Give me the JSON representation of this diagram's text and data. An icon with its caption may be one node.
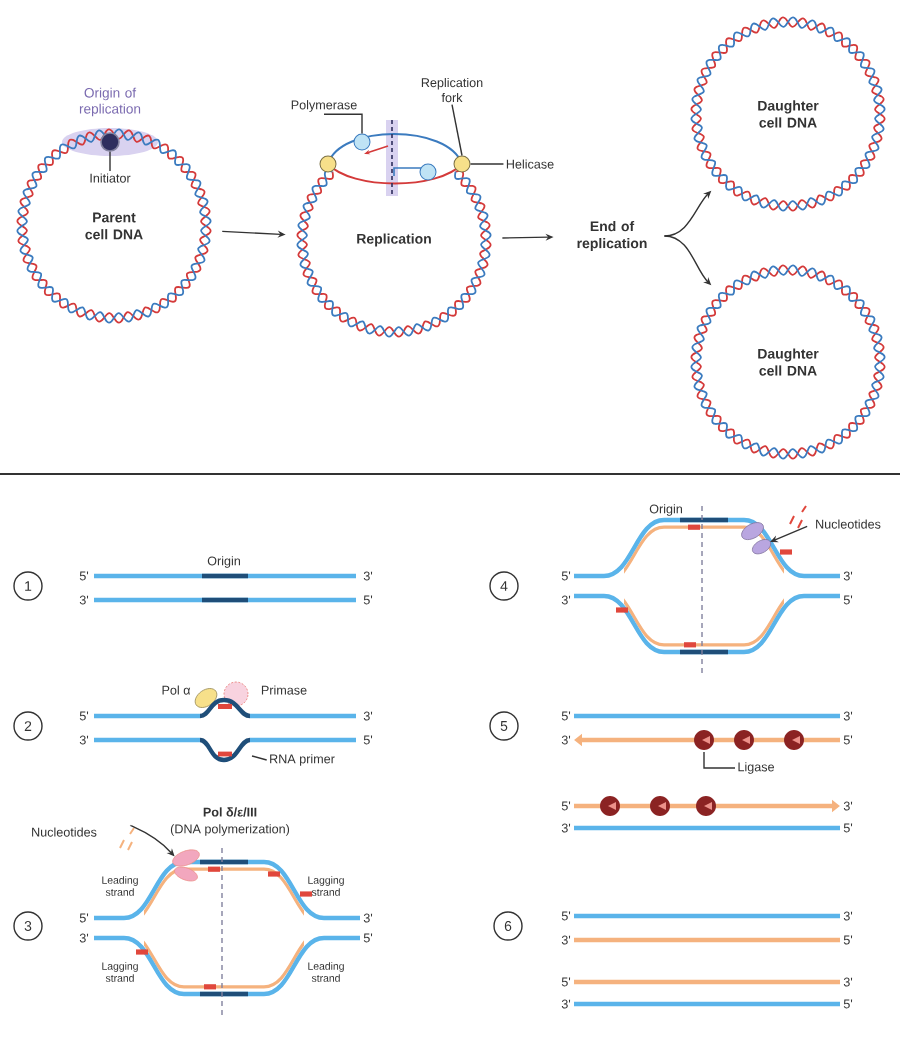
{
  "diagram": {
    "nodes": [
      {
        "text": [
          "Parent cell DNA"
        ]
      },
      {
        "text": [
          "Replication"
        ]
      },
      {
        "text": [
          "End of replication"
        ]
      },
      {
        "text": [
          "Daughter cell DNA"
        ]
      },
      {
        "text": [
          "Daughter cell DNA"
        ]
      },
      {
        "text": [
          "Initiator"
        ],
        "in": 0
      },
      {
        "text": [
          "Polymerase"
        ]
      },
      {
        "text": [
          "Replication fork"
        ]
      },
      {
        "text": [
          "Helicase"
        ]
      },
      {
        "text": [
          "1"
        ]
      },
      {
        "text": [
          "2"
        ]
      },
      {
        "text": [
          "RNA primer"
        ]
      },
      {
        "text": [
          "3"
        ]
      },
      {
        "text": [
          "Nucleotides"
        ]
      },
      {
        "text": [
          "4"
        ]
      },
      {
        "text": [
          "Nucleotides"
        ]
      },
      {
        "text": [
          "5"
        ]
      },
      {
        "text": [
          "Ligase"
        ]
      },
      {
        "text": [
          "6"
        ]
      },
      {
        "text": [],
        "shape": "circle"
      },
      {
        "text": [],
        "shape": "circle"
      },
      {
        "text": [],
        "shape": "circle",
        "in": 0
      },
      {
        "text": [],
        "shape": "ellipse"
      }
    ],
    "edges": [
      {
        "from": 0,
        "to": 1,
        "arrow": "to"
      },
      {
        "from": 1,
        "to": 2,
        "arrow": "to"
      },
      {
        "from": 2,
        "to": 3,
        "arrow": "to"
      },
      {
        "from": 2,
        "to": 4,
        "arrow": "to"
      },
      {
        "from": 5,
        "to": 21,
        "arrow": "none"
      },
      {
        "from": 6,
        "to": 20,
        "arrow": "none"
      },
      {
        "from": 7,
        "to": 19,
        "arrow": "none"
      },
      {
        "from": 8,
        "to": 19,
        "arrow": "none"
      },
      {
        "from": 11,
        "to": null,
        "arrow": "none"
      },
      {
        "from": 13,
        "to": 22,
        "arrow": "to"
      },
      {
        "from": 15,
        "to": null,
        "arrow": "to"
      },
      {
        "from": 17,
        "to": null,
        "arrow": "none"
      }
    ],
    "labels": [
      "Origin of replication",
      "Origin",
      "5'",
      "3'",
      "3'",
      "5'",
      "Pol α",
      "Primase",
      "5'",
      "3'",
      "3'",
      "5'",
      "Pol δ/ε/III",
      "(DNA polymerization)",
      "Leading strand",
      "Lagging strand",
      "5'",
      "3'",
      "3'",
      "5'",
      "Lagging strand",
      "Leading strand",
      "Origin",
      "5'",
      "3'",
      "3'",
      "5'",
      "5'",
      "3'",
      "3'",
      "5'",
      "5'",
      "3'",
      "3'",
      "5'",
      "5'",
      "3'",
      "3'",
      "5'",
      "5'",
      "3'",
      "3'",
      "5'"
    ]
  }
}
